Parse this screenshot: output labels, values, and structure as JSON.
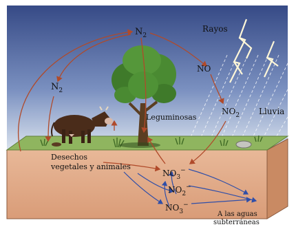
{
  "colors": {
    "sky_top": "#364a86",
    "sky_bottom": "#e7eef4",
    "grass_top": "#8fb55f",
    "soil_front": "#e3b294",
    "soil_side": "#c98a63",
    "arrow": "#b04a2a",
    "arrow_blue": "#2f4ea8",
    "rain": "#ffffff"
  },
  "labels": {
    "n2_top": "N",
    "n2_top_sub": "2",
    "rayos": "Rayos",
    "no": "NO",
    "n2_left": "N",
    "n2_left_sub": "2",
    "no2": "NO",
    "no2_sub": "2",
    "lluvia": "Lluvia",
    "leguminosas": "Leguminosas",
    "desechos_line1": "Desechos",
    "desechos_line2": "vegetales y animales",
    "no3_a": "NO",
    "no3_a_sub": "3",
    "no3_a_sup": "−",
    "no2_soil": "NO",
    "no2_soil_sub": "2",
    "no2_soil_sup": "−",
    "no3_b": "NO",
    "no3_b_sub": "3",
    "no3_b_sup": "−",
    "aguas_line1": "A las aguas",
    "aguas_line2": "subterráneas"
  },
  "icons": [
    "cow-icon",
    "tree-icon",
    "lightning-icon",
    "rock-icon"
  ]
}
